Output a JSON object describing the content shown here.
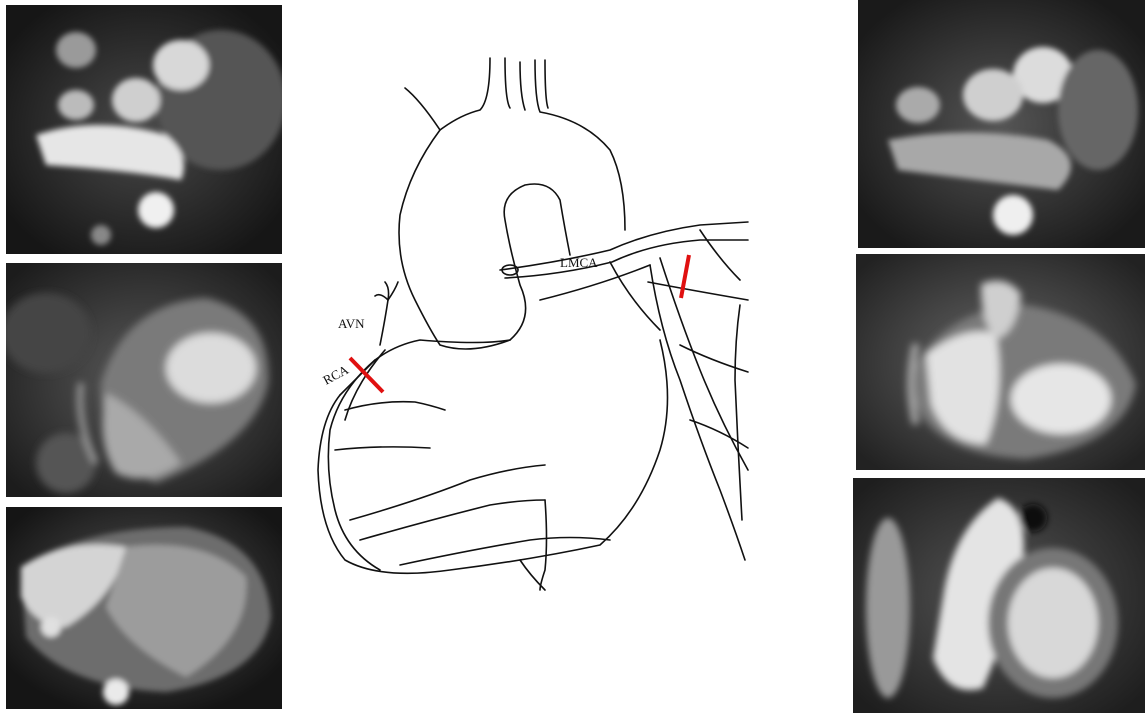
{
  "diagram": {
    "labels": {
      "lmca": "LMCA",
      "avn": "AVN",
      "rca": "RCA"
    },
    "colors": {
      "line": "#111111",
      "marker": "#e01010"
    }
  },
  "images": [
    {
      "icon": "cardiac-mri-outflow-tract-view"
    },
    {
      "icon": "cardiac-mri-two-chamber-view"
    },
    {
      "icon": "cardiac-mri-four-chamber-view"
    },
    {
      "icon": "cardiac-mri-outflow-tract-view-2"
    },
    {
      "icon": "cardiac-mri-two-chamber-view-2"
    },
    {
      "icon": "cardiac-mri-short-axis-view"
    }
  ]
}
